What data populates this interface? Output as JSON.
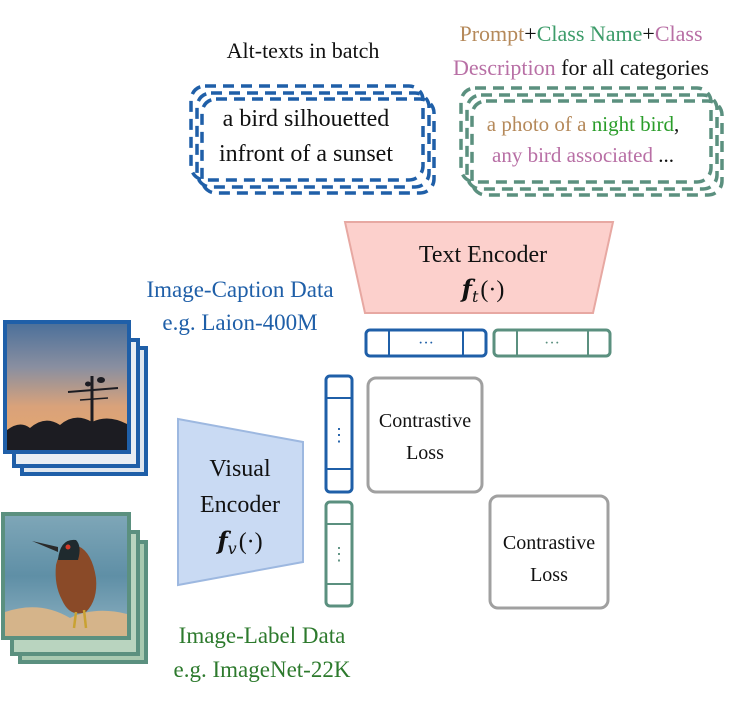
{
  "colors": {
    "blue": "#1f5fa8",
    "teal": "#5b907f",
    "green": "#2e8b2e",
    "prompt_brown": "#b5895a",
    "classname_green": "#3d9c6a",
    "description_pink": "#b86fa5",
    "text_green": "#2a9d2a",
    "dark_green_text": "#2d7a2d",
    "encoder_pink_fill": "#fcd0cc",
    "encoder_pink_stroke": "#e7a8a2",
    "encoder_blue_fill": "#c9daf3",
    "encoder_blue_stroke": "#9db8e0",
    "loss_gray": "#a0a0a0"
  },
  "alt_texts": {
    "title": "Alt-texts in batch",
    "line1": "a bird silhouetted",
    "line2": "infront of a sunset"
  },
  "prompt_header": {
    "prompt": "Prompt",
    "plus1": "+",
    "class_name": "Class Name",
    "plus2": "+",
    "class": "Class",
    "description": "Description",
    "rest": " for all categories"
  },
  "prompt_box": {
    "prefix": "a photo of a ",
    "class_name": "night bird",
    "comma": ",",
    "description": "any bird associated",
    "ellipsis": " ..."
  },
  "text_encoder": {
    "label": "Text Encoder",
    "formula_f": "f",
    "formula_sub": "t",
    "formula_arg": "(·)"
  },
  "visual_encoder": {
    "line1": "Visual",
    "line2": "Encoder",
    "formula_f": "f",
    "formula_sub": "v",
    "formula_arg": "(·)"
  },
  "image_caption": {
    "title": "Image-Caption Data",
    "example": "e.g. Laion-400M"
  },
  "image_label": {
    "title": "Image-Label Data",
    "example": "e.g. ImageNet-22K"
  },
  "embeddings": {
    "dots_h": "···",
    "dots_v": "⋮"
  },
  "loss1": {
    "line1": "Contrastive",
    "line2": "Loss"
  },
  "loss2": {
    "line1": "Contrastive",
    "line2": "Loss"
  }
}
